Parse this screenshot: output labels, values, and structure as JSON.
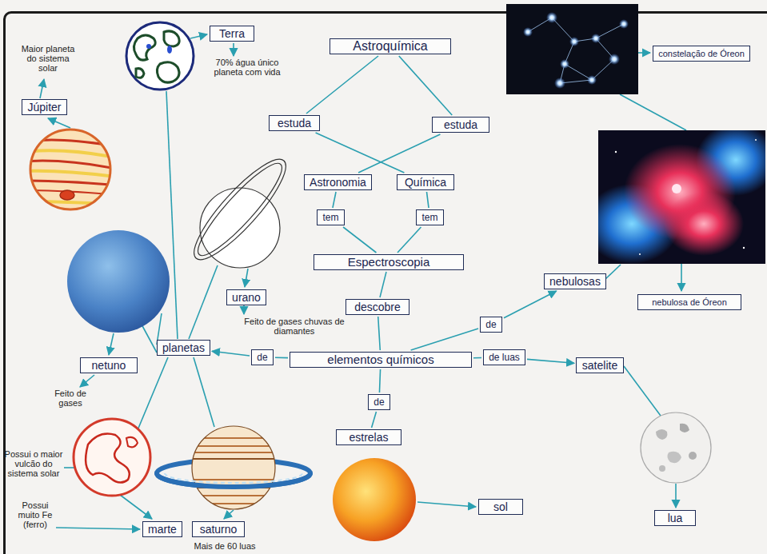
{
  "diagram": {
    "nodes": [
      {
        "text": [
          "Astroquímica"
        ]
      },
      {
        "text": [
          "estuda"
        ]
      },
      {
        "text": [
          "estuda"
        ]
      },
      {
        "text": [
          "Astronomia"
        ]
      },
      {
        "text": [
          "Química"
        ]
      },
      {
        "text": [
          "tem"
        ]
      },
      {
        "text": [
          "tem"
        ]
      },
      {
        "text": [
          "Espectroscopia"
        ]
      },
      {
        "text": [
          "descobre"
        ]
      },
      {
        "text": [
          "elementos químicos"
        ]
      },
      {
        "text": [
          "de"
        ]
      },
      {
        "text": [
          "planetas"
        ]
      },
      {
        "text": [
          "de"
        ]
      },
      {
        "text": [
          "nebulosas"
        ]
      },
      {
        "text": [
          "de luas"
        ]
      },
      {
        "text": [
          "satelite"
        ]
      },
      {
        "text": [
          "de"
        ]
      },
      {
        "text": [
          "estrelas"
        ]
      },
      {
        "text": [
          "sol"
        ]
      },
      {
        "text": [
          "lua"
        ]
      },
      {
        "text": [
          "Terra"
        ]
      },
      {
        "text": [
          "Júpiter"
        ]
      },
      {
        "text": [
          "urano"
        ]
      },
      {
        "text": [
          "netuno"
        ]
      },
      {
        "text": [
          "marte"
        ]
      },
      {
        "text": [
          "saturno"
        ]
      },
      {
        "text": [
          "constelação de Óreon"
        ]
      },
      {
        "text": [
          "nebulosa de Óreon"
        ]
      }
    ],
    "edges": [
      {
        "from": 0,
        "to": 1,
        "arrow": "none"
      },
      {
        "from": 0,
        "to": 2,
        "arrow": "none"
      },
      {
        "from": 1,
        "to": 4,
        "arrow": "none"
      },
      {
        "from": 2,
        "to": 3,
        "arrow": "none"
      },
      {
        "from": 3,
        "to": 5,
        "arrow": "none"
      },
      {
        "from": 5,
        "to": 7,
        "arrow": "none"
      },
      {
        "from": 4,
        "to": 6,
        "arrow": "none"
      },
      {
        "from": 6,
        "to": 7,
        "arrow": "none"
      },
      {
        "from": 7,
        "to": 8,
        "arrow": "none"
      },
      {
        "from": 8,
        "to": 9,
        "arrow": "none"
      },
      {
        "from": 9,
        "to": 10,
        "arrow": "none"
      },
      {
        "from": 10,
        "to": 11,
        "arrow": "to"
      },
      {
        "from": 9,
        "to": 12,
        "arrow": "none"
      },
      {
        "from": 12,
        "to": 13,
        "arrow": "to"
      },
      {
        "from": 9,
        "to": 14,
        "arrow": "none"
      },
      {
        "from": 14,
        "to": 15,
        "arrow": "to"
      },
      {
        "from": 9,
        "to": 16,
        "arrow": "none"
      },
      {
        "from": 16,
        "to": 17,
        "arrow": "none"
      }
    ],
    "labels": [
      "Maior planeta do sistema solar",
      "70% água único planeta com vida",
      "Feito de gases chuvas de diamantes",
      "Feito de gases",
      "Possui o maior vulcão do sistema solar",
      "Possui muito Fe (ferro)",
      "Mais de 60 luas"
    ]
  }
}
